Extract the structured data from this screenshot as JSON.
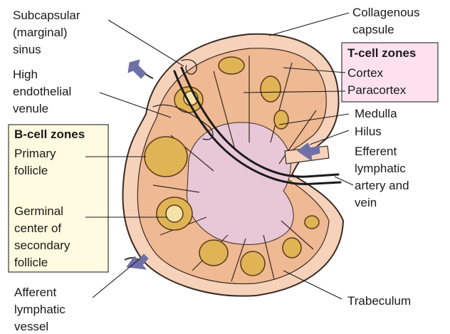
{
  "colors": {
    "tissue": "#f6d2bb",
    "tissue_outline": "#3a2a22",
    "cortex_band": "#efb993",
    "follicle": "#e0b455",
    "follicle_outline": "#5a3a1a",
    "medulla_center": "#e8c8d6",
    "germinal_center": "#f4e2a6",
    "arrow_fill": "#6f70a8",
    "bcell_box_bg": "#fffbe0",
    "tcell_box_bg": "#fde2ee",
    "box_border": "#3a3a3a"
  },
  "labels": {
    "subcapsular": [
      "Subcapsular",
      "(marginal)",
      "sinus"
    ],
    "hev": [
      "High",
      "endothelial",
      "venule"
    ],
    "primary_follicle": [
      "Primary",
      "follicle"
    ],
    "germinal_center": [
      "Germinal",
      "center of",
      "secondary",
      "follicle"
    ],
    "afferent": [
      "Afferent",
      "lymphatic",
      "vessel"
    ],
    "collagenous": [
      "Collagenous",
      "capsule"
    ],
    "cortex": "Cortex",
    "paracortex": "Paracortex",
    "medulla": "Medulla",
    "hilus": "Hilus",
    "efferent": [
      "Efferent",
      "lymphatic"
    ],
    "artery_vein": [
      "artery and",
      "vein"
    ],
    "trabeculum": "Trabeculum"
  },
  "boxes": {
    "bcell_title": "B-cell zones",
    "tcell_title": "T-cell zones"
  },
  "icons": {
    "arrow": "arrow-icon"
  }
}
